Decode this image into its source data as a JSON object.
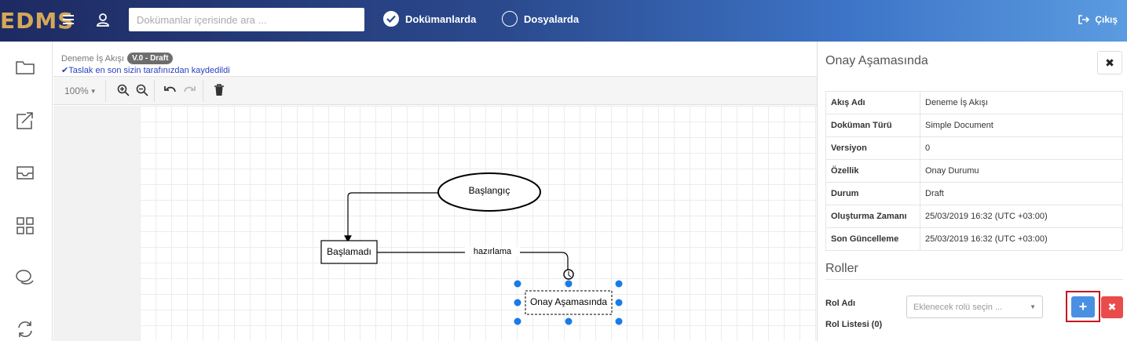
{
  "app": {
    "logo": "EDMS"
  },
  "header": {
    "search_placeholder": "Dokümanlar içerisinde ara ...",
    "radio_documents": "Dokümanlarda",
    "radio_folders": "Dosyalarda",
    "logout": "Çıkış"
  },
  "workflow": {
    "name": "Deneme İş Akışı",
    "version": "V.0 - Draft",
    "saved_note": "Taslak en son sizin tarafınızdan kaydedildi",
    "zoom": "100%"
  },
  "diagram": {
    "start_node": "Başlangıç",
    "task1": "Başlamadı",
    "edge_label": "hazırlama",
    "task2": "Onay Aşamasında"
  },
  "panel": {
    "title": "Onay Aşamasında",
    "rows": [
      {
        "k": "Akış Adı",
        "v": "Deneme İş Akışı"
      },
      {
        "k": "Doküman Türü",
        "v": "Simple Document"
      },
      {
        "k": "Versiyon",
        "v": "0"
      },
      {
        "k": "Özellik",
        "v": "Onay Durumu"
      },
      {
        "k": "Durum",
        "v": "Draft"
      },
      {
        "k": "Oluşturma Zamanı",
        "v": "25/03/2019 16:32 (UTC +03:00)"
      },
      {
        "k": "Son Güncelleme",
        "v": "25/03/2019 16:32 (UTC +03:00)"
      }
    ],
    "roles_title": "Roller",
    "role_label": "Rol Adı",
    "role_placeholder": "Eklenecek rolü seçin ...",
    "role_list": "Rol Listesi (0)",
    "add_symbol": "+",
    "remove_symbol": "✖",
    "close_symbol": "✖"
  },
  "icons": [
    "menu-icon",
    "user-icon",
    "check-icon",
    "logout-icon",
    "folder-icon",
    "share-icon",
    "inbox-icon",
    "grid-icon",
    "chat-icon",
    "sync-icon",
    "zoom-in-icon",
    "zoom-out-icon",
    "undo-icon",
    "redo-icon",
    "trash-icon"
  ],
  "colors": {
    "accent": "#4a90e2",
    "danger": "#ea4b4b",
    "highlight": "#c9141f",
    "logo": "#d4a857"
  }
}
